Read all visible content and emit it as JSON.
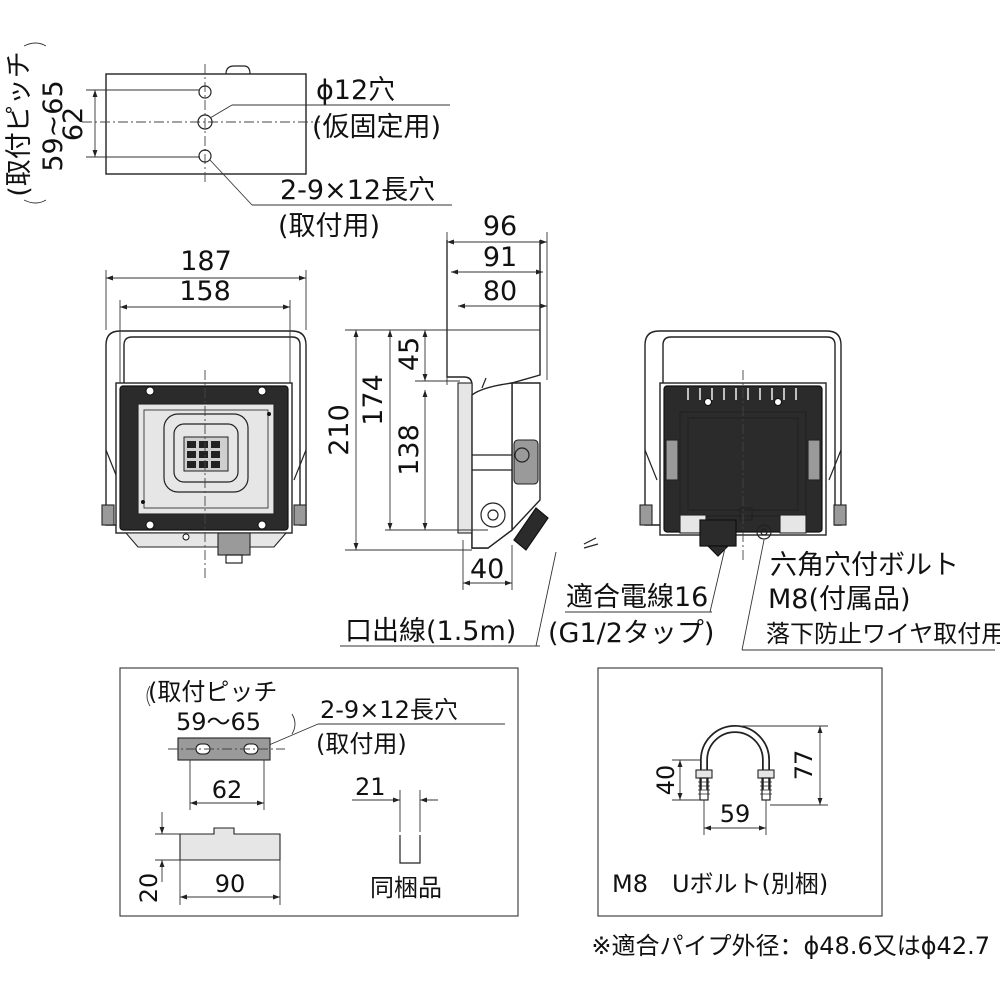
{
  "labels": {
    "hole_phi12": "ϕ12穴",
    "temp_fix": "(仮固定用)",
    "slot_top": "2-9×12長穴",
    "mount_use_top": "(取付用)",
    "pitch_label_top": "(取付ピッチ",
    "pitch_range_top": "59~65",
    "pitch_62_top": "62",
    "cable_out": "口出線(1.5m)",
    "wire_1": "適合電線16",
    "wire_2": "(G1/2タップ)",
    "bolt_1": "六角穴付ボルト",
    "bolt_2": "M8(付属品)",
    "bolt_3": "落下防止ワイヤ取付用",
    "acc_pitch": "(取付ピッチ",
    "acc_range": "59～65",
    "acc_slot": "2-9×12長穴",
    "acc_use": "(取付用)",
    "same_pack": "同梱品",
    "ubolt": "M8　Uボルト(別梱)",
    "pipe_note": "※適合パイプ外径：ϕ48.6又はϕ42.7"
  },
  "dimensions": {
    "front_width": "187",
    "front_inner": "158",
    "side_96": "96",
    "side_91": "91",
    "side_80": "80",
    "side_210": "210",
    "side_174": "174",
    "side_45": "45",
    "side_138": "138",
    "side_40": "40",
    "acc_62": "62",
    "acc_21": "21",
    "acc_90": "90",
    "acc_20": "20",
    "ub_40": "40",
    "ub_77": "77",
    "ub_59": "59"
  }
}
